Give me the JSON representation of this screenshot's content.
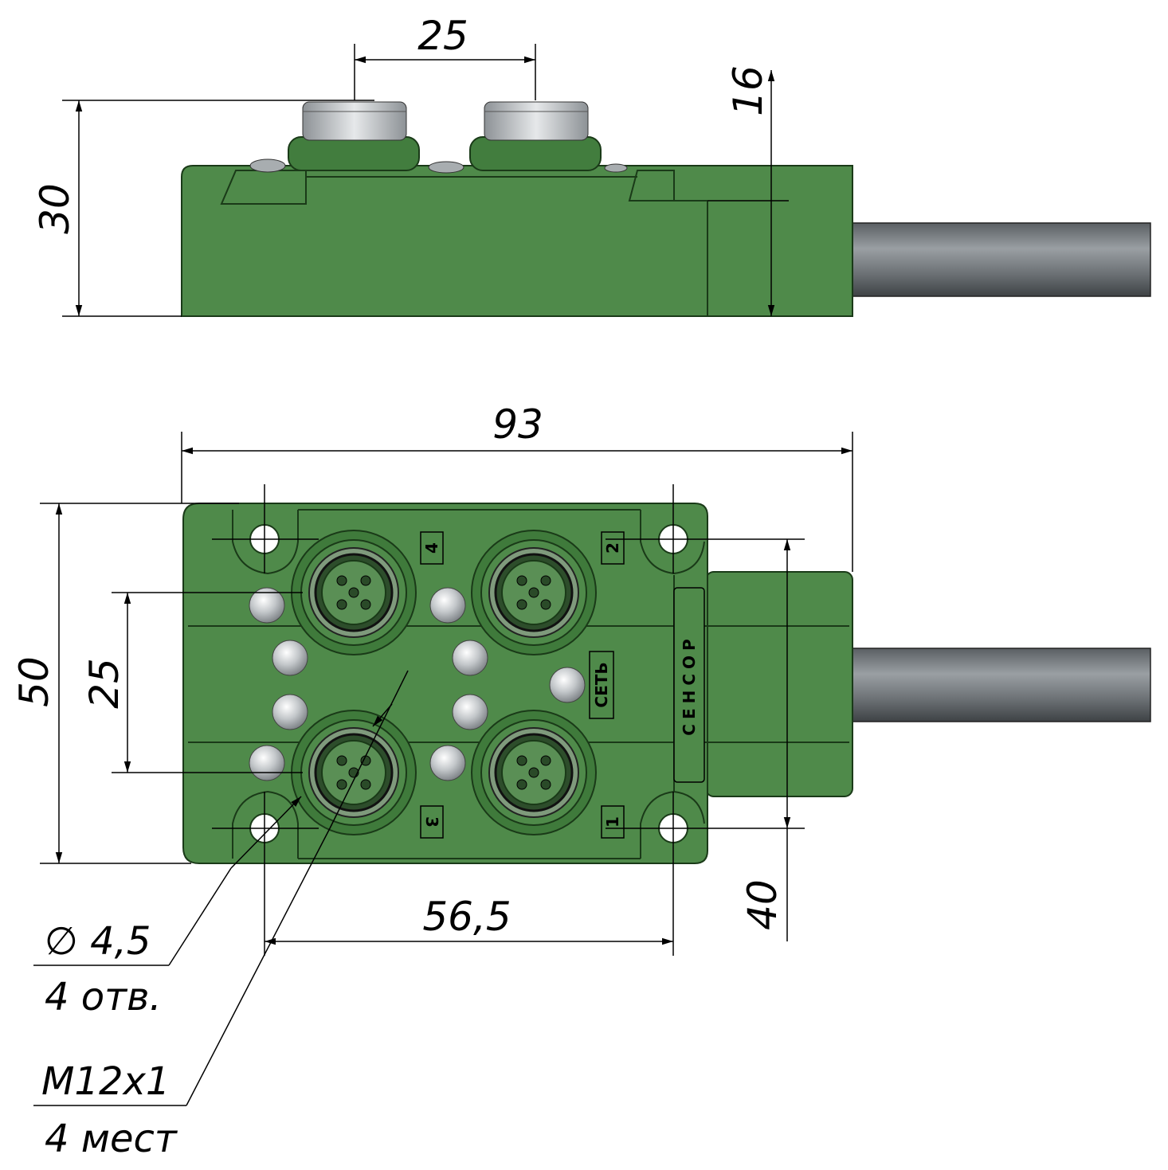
{
  "dimensions": {
    "top_pitch": "25",
    "top_height": "30",
    "cable_height": "16",
    "total_length": "93",
    "total_width": "50",
    "port_pitch": "25",
    "hole_spacing_x": "56,5",
    "hole_spacing_y": "40"
  },
  "labels": {
    "hole_diameter": "∅ 4,5",
    "hole_count": "4 отв.",
    "thread": "M12x1",
    "port_count": "4 мест"
  },
  "port_numbers": [
    "4",
    "2",
    "3",
    "1"
  ],
  "markings": {
    "network": "СЕТЬ",
    "brand": "СЕНСОР"
  },
  "colors": {
    "housing": "#4f8a4a",
    "cable": "#6f7478",
    "metal": "#c8cccf"
  }
}
